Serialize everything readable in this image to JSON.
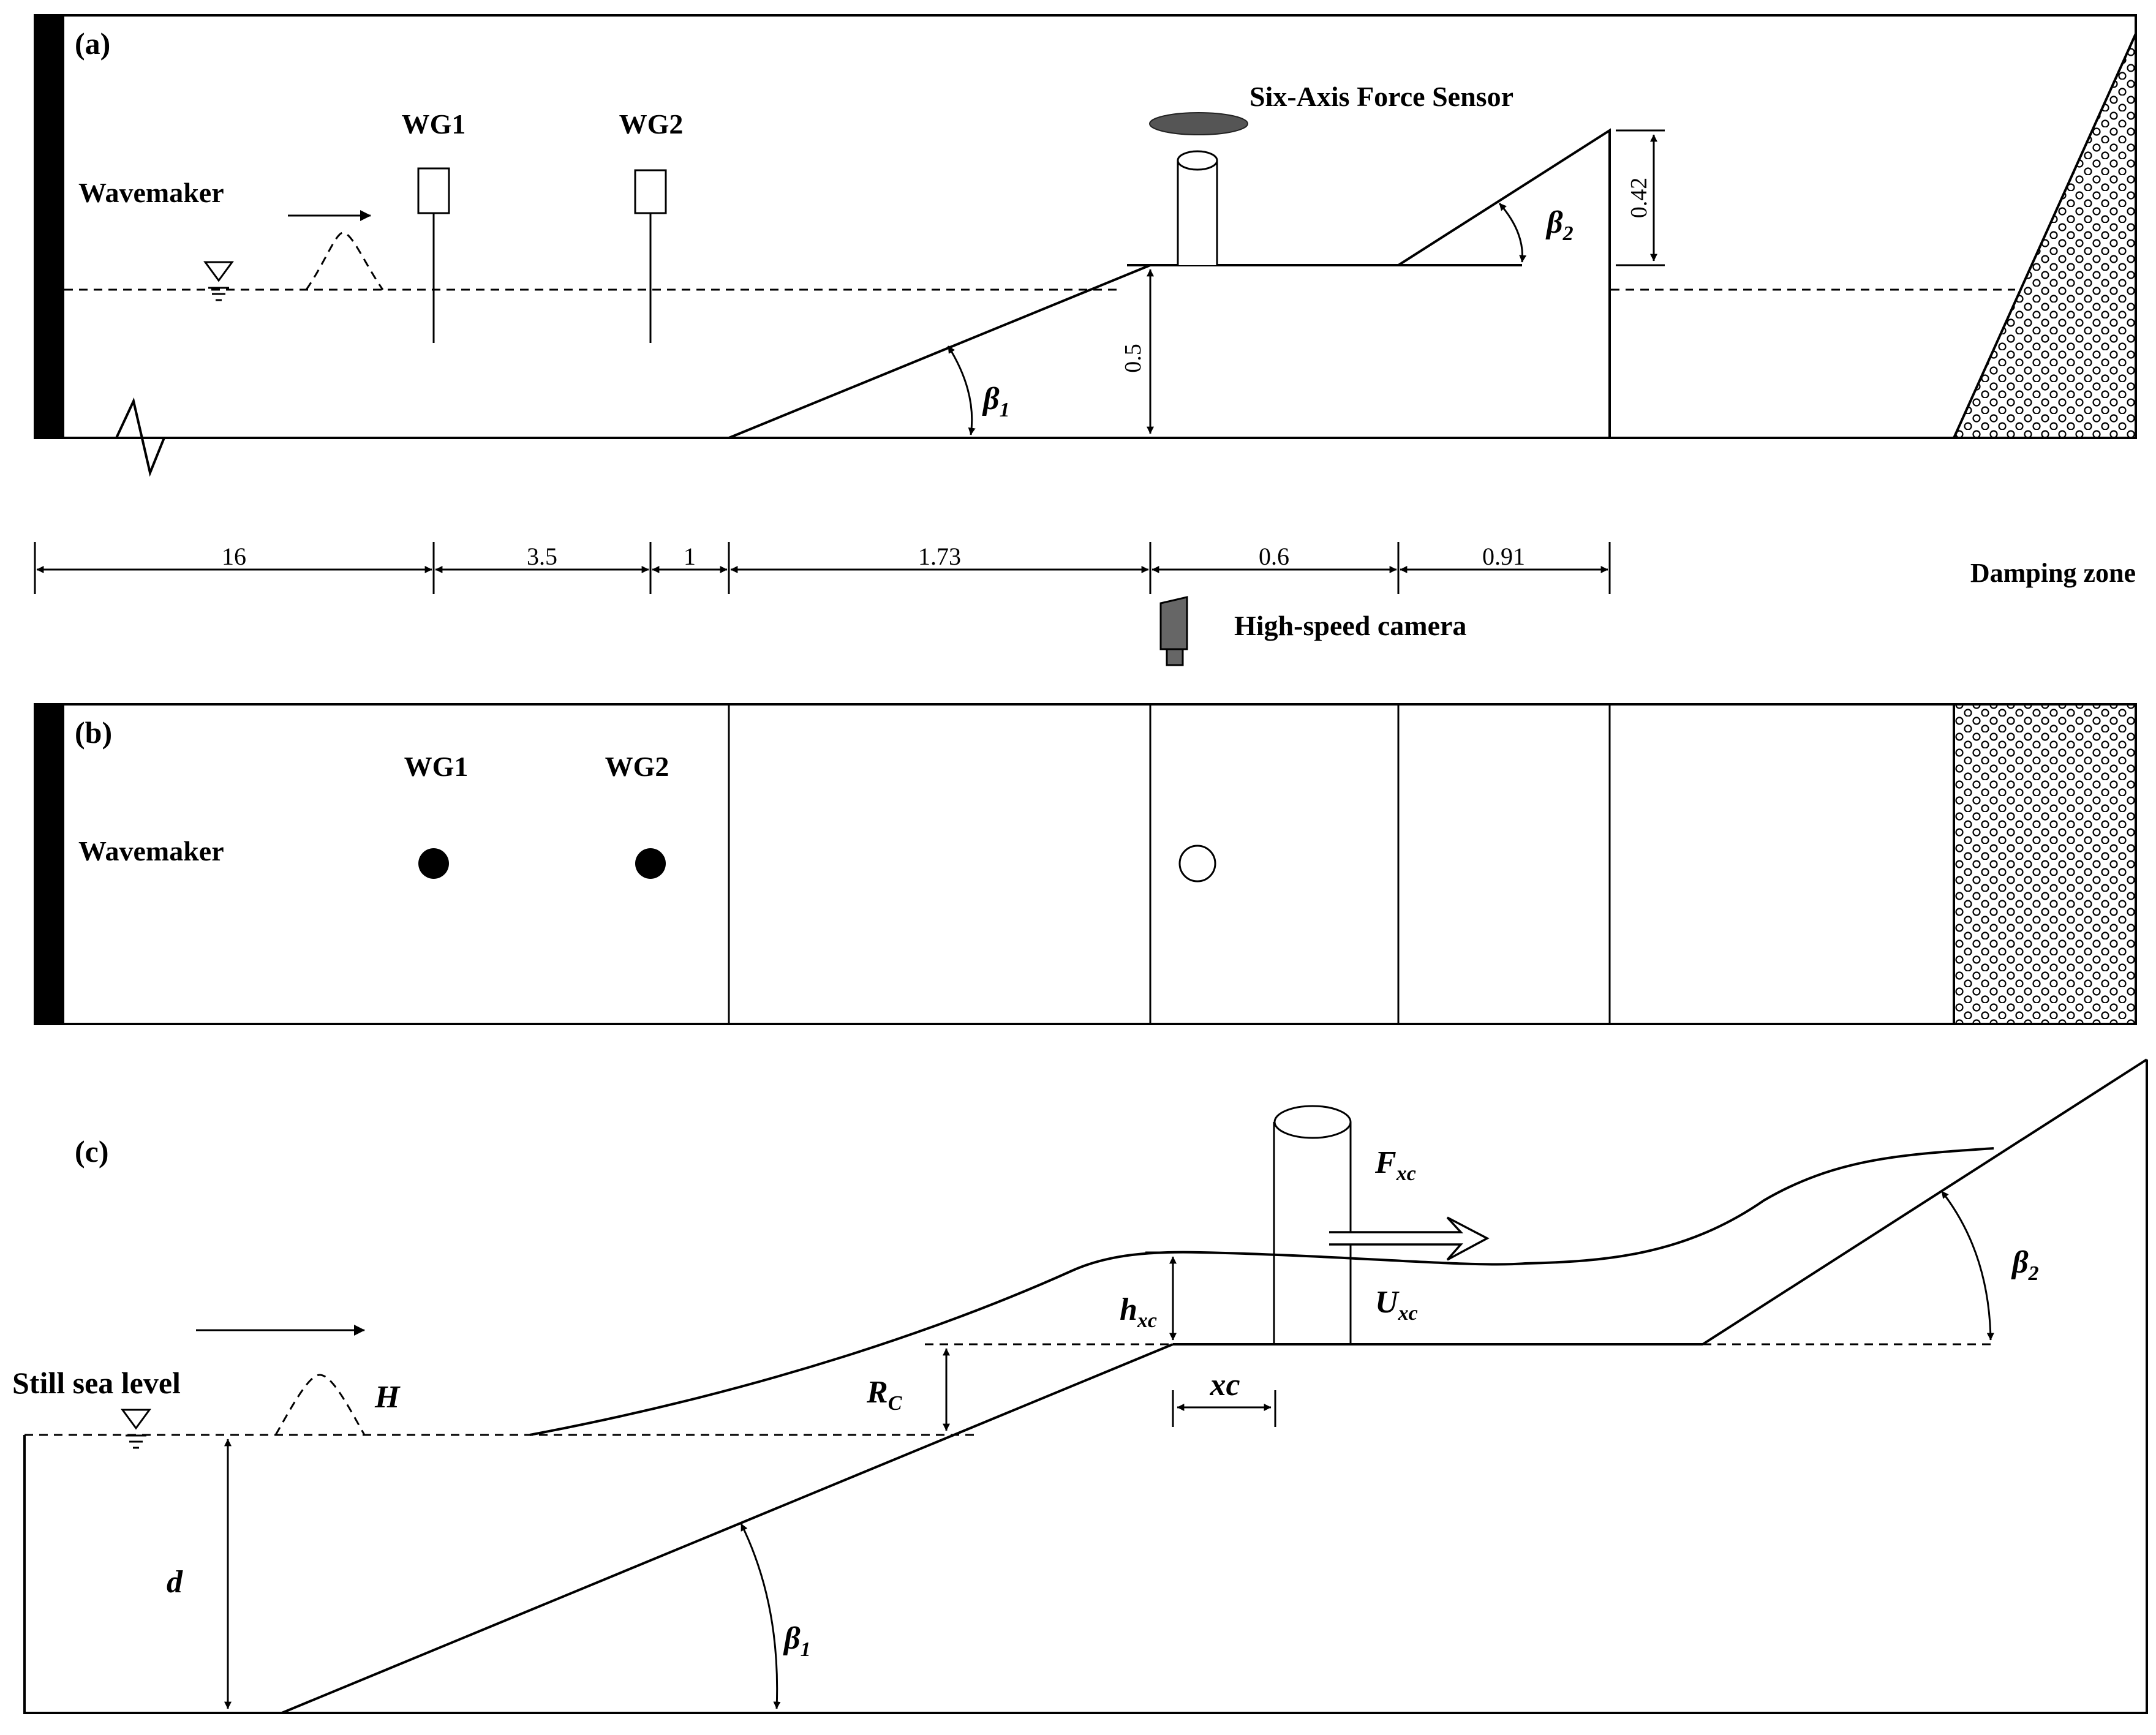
{
  "panels": {
    "a": {
      "label": "(a)",
      "wavemaker": "Wavemaker",
      "gauge1": "WG1",
      "gauge2": "WG2",
      "sensor": "Six-Axis Force Sensor",
      "beta1": "β",
      "beta1_sub": "1",
      "beta2": "β",
      "beta2_sub": "2",
      "height_bank": "0.5",
      "height_wall": "0.42",
      "dims": [
        "16",
        "3.5",
        "1",
        "1.73",
        "0.6",
        "0.91"
      ],
      "damping": "Damping zone",
      "camera": "High-speed camera"
    },
    "b": {
      "label": "(b)",
      "wavemaker": "Wavemaker",
      "gauge1": "WG1",
      "gauge2": "WG2"
    },
    "c": {
      "label": "(c)",
      "still_sea_level": "Still sea level",
      "H": "H",
      "d": "d",
      "Rc": "R",
      "Rc_sub": "C",
      "hxc": "h",
      "hxc_sub": "xc",
      "xc": "xc",
      "Fxc": "F",
      "Fxc_sub": "xc",
      "Uxc": "U",
      "Uxc_sub": "xc",
      "beta1": "β",
      "beta1_sub": "1",
      "beta2": "β",
      "beta2_sub": "2"
    }
  }
}
